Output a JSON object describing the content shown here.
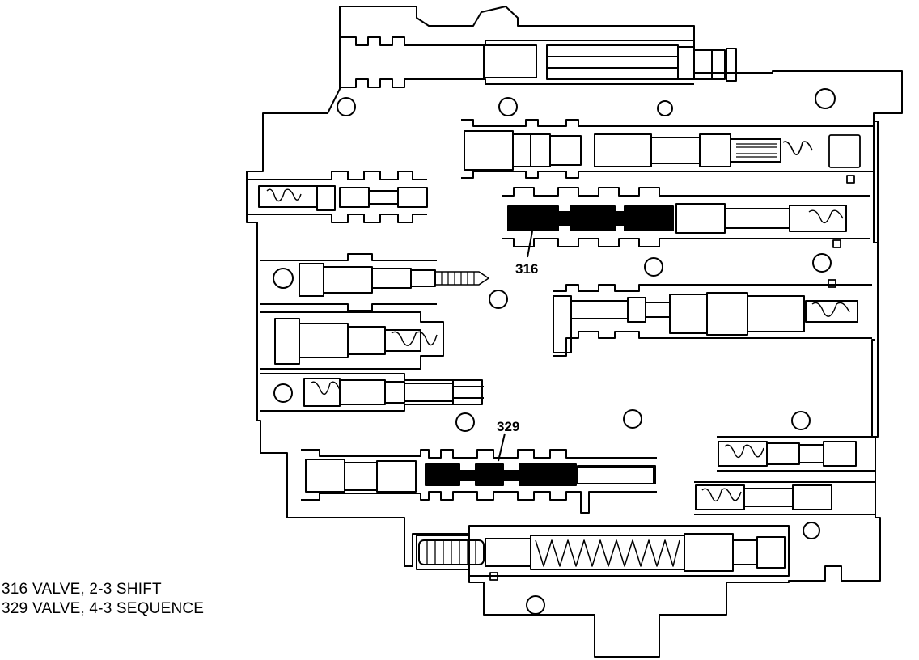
{
  "diagram": {
    "callouts": [
      {
        "id": "316"
      },
      {
        "id": "329"
      }
    ],
    "legend": [
      {
        "number": "316",
        "label": "VALVE, 2-3 SHIFT"
      },
      {
        "number": "329",
        "label": "VALVE, 4-3 SEQUENCE"
      }
    ],
    "colors": {
      "ink": "#000000",
      "paper": "#ffffff",
      "highlight": "#000000"
    }
  }
}
